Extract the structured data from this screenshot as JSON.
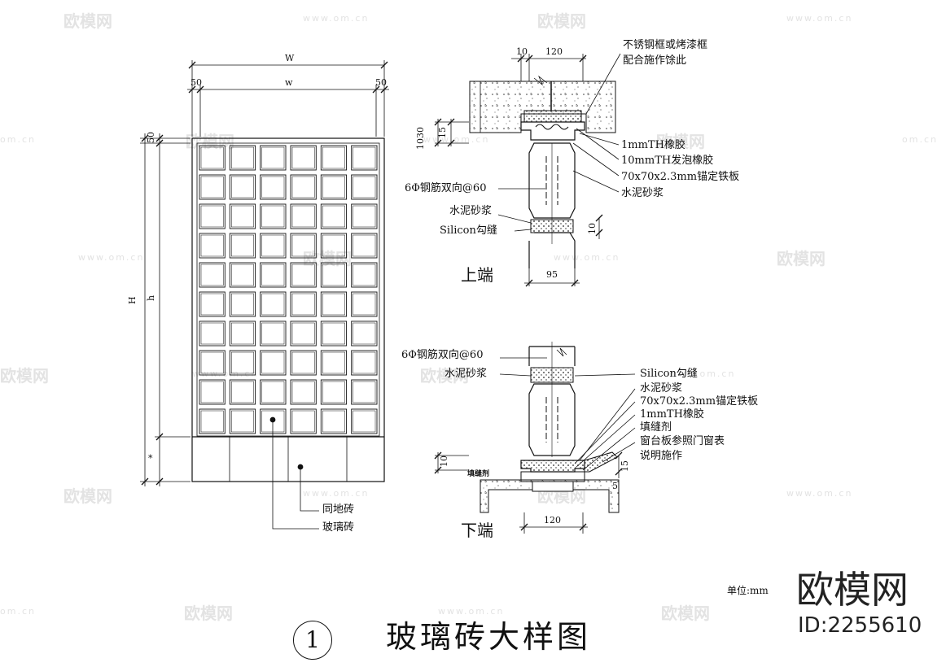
{
  "title": "玻璃砖大样图",
  "figure_number": "1",
  "unit_label": "单位:mm",
  "brand": {
    "name": "欧模网",
    "id": "ID:2255610"
  },
  "watermark": {
    "logo_text": "欧模网",
    "url_text": "www.om.cn",
    "short_url": "om.cn"
  },
  "elevation": {
    "dims": {
      "W": "W",
      "w": "w",
      "H": "H",
      "h": "h",
      "star": "*",
      "left_margin": "50",
      "right_margin": "50",
      "top_margin": "50"
    },
    "callouts": {
      "floor_tile": "同地砖",
      "glass_block": "玻璃砖"
    },
    "grid": {
      "columns": 6,
      "rows": 10
    }
  },
  "top_section": {
    "heading": "上端",
    "dims": {
      "d10": "10",
      "d120": "120",
      "d1030": "1030",
      "d15": "15",
      "d10b": "10",
      "d95": "95"
    },
    "notes": {
      "frame_line1": "不锈钢框或烤漆框",
      "frame_line2": "配合施作馀此",
      "rubber": "1mmTH橡胶",
      "foam": "10mmTH发泡橡胶",
      "plate": "70x70x2.3mm锚定铁板",
      "mortar_r": "水泥砂浆",
      "rebar": "6Φ钢筋双向@60",
      "mortar_l": "水泥砂浆",
      "silicon": "Silicon勾缝"
    }
  },
  "bottom_section": {
    "heading": "下端",
    "dims": {
      "d10": "10",
      "d15": "15",
      "d5": "5",
      "d120": "120"
    },
    "notes": {
      "rebar": "6Φ钢筋双向@60",
      "mortar_l": "水泥砂浆",
      "silicon": "Silicon勾缝",
      "mortar_r": "水泥砂浆",
      "plate": "70x70x2.3mm锚定铁板",
      "rubber": "1mmTH橡胶",
      "filler": "填缝剂",
      "sill_line1": "窗台板参照门窗表",
      "sill_line2": "说明施作",
      "filler_small": "填缝剂"
    }
  }
}
